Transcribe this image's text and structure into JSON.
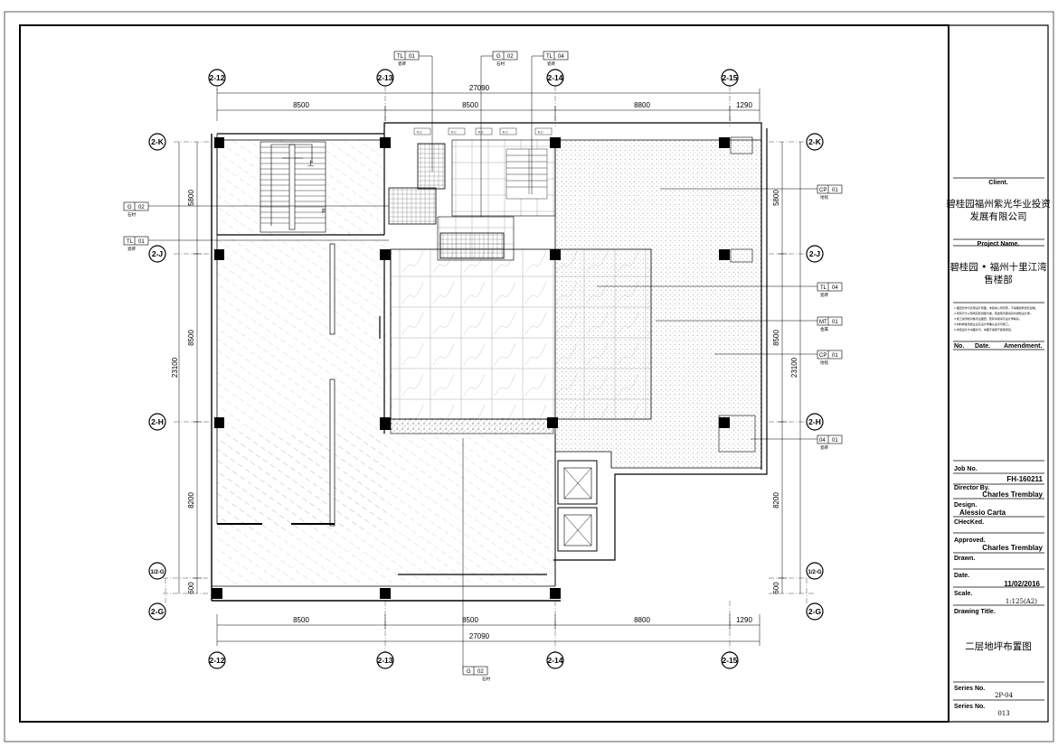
{
  "title_block": {
    "client_label": "Client.",
    "client_name_line1": "碧桂园福州紫光华业投资",
    "client_name_line2": "发展有限公司",
    "project_label": "Project Name.",
    "project_name_line1": "碧桂园 • 福州十里江湾",
    "project_name_line2": "售楼部",
    "notes": [
      "1.图纸仅作为表现设计意图，未经本公司同意，不得擅自修改及复制。",
      "2.所有尺寸以现场实际测量为准，若发现问题请及时通知设计师。",
      "3.施工前须核对各专业图纸，若有冲突请与设计师联系。",
      "4.材料样板须经业主及设计师确认后方可施工。",
      "5.未经设计方书面许可，本图不得用于其他项目。"
    ],
    "revision_headers": [
      "No.",
      "Date.",
      "Amendment."
    ],
    "job_no_label": "Job No.",
    "job_no": "FH-160211",
    "director_label": "Director By.",
    "director": "Charles Tremblay",
    "design_label": "Design.",
    "design": "Alessio Carta",
    "checked_label": "CHecKed.",
    "approved_label": "Approved.",
    "approved": "Charles Tremblay",
    "drawn_label": "Drawn.",
    "date_label": "Date.",
    "date": "11/02/2016",
    "scale_label": "Scale.",
    "scale": "1:125(A2)",
    "drawing_title_label": "Drawing Title.",
    "drawing_title": "二层地坪布置图",
    "series_label_1": "Series No.",
    "series_value_1": "2P-04",
    "series_label_2": "Series No.",
    "series_value_2": "013"
  },
  "grid": {
    "columns_top": [
      "2-12",
      "2-13",
      "2-14",
      "2-15"
    ],
    "columns_bottom": [
      "2-12",
      "2-13",
      "2-14",
      "2-15"
    ],
    "rows_left": [
      "2-K",
      "2-J",
      "2-H",
      "1/2-G",
      "2-G"
    ],
    "rows_right": [
      "2-K",
      "2-J",
      "2-H",
      "1/2-G",
      "2-G"
    ]
  },
  "dimensions": {
    "top_total": "27090",
    "top_segments": [
      "8500",
      "8500",
      "8800",
      "1290"
    ],
    "bottom_total": "27090",
    "bottom_segments": [
      "8500",
      "8500",
      "8800",
      "1290"
    ],
    "left_total": "23100",
    "left_segments": [
      "5800",
      "8500",
      "8200",
      "600"
    ],
    "right_total": "23100",
    "right_segments": [
      "5800",
      "8500",
      "8200",
      "600"
    ]
  },
  "material_tags": {
    "top_1": {
      "code": "TL",
      "num": "01",
      "sub": "瓷砖"
    },
    "top_2": {
      "code": "G",
      "num": "02",
      "sub": "石材"
    },
    "top_3": {
      "code": "TL",
      "num": "04",
      "sub": "瓷砖"
    },
    "left_1": {
      "code": "G",
      "num": "02",
      "sub": "石材"
    },
    "left_2": {
      "code": "TL",
      "num": "01",
      "sub": "瓷砖"
    },
    "right_1": {
      "code": "CP",
      "num": "01",
      "sub": "地毯"
    },
    "right_2": {
      "code": "TL",
      "num": "04",
      "sub": "瓷砖"
    },
    "right_3": {
      "code": "MT",
      "num": "01",
      "sub": "金属"
    },
    "right_4": {
      "code": "CP",
      "num": "01",
      "sub": "地毯"
    },
    "right_5": {
      "code": "04",
      "num": "01",
      "sub": "瓷砖"
    },
    "bottom_1": {
      "code": "G",
      "num": "02",
      "sub": "石材"
    }
  },
  "stair_marks": [
    "上",
    "F"
  ],
  "kc_label": "K.C"
}
